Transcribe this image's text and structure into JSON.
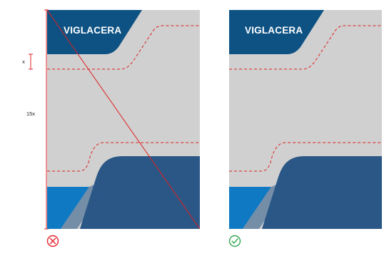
{
  "colors": {
    "background": "#d0d0d0",
    "brand_dark_blue": "#0d5283",
    "footer_blue": "#2a5786",
    "accent_light_blue": "#0f79c4",
    "guide_red": "#e02020",
    "incorrect_red": "#e6202b",
    "correct_green": "#2fa84f"
  },
  "dimension_labels": {
    "small": "x",
    "large": "15x"
  },
  "panels": [
    {
      "brand": "VIGLACERA",
      "status": "incorrect",
      "status_icon": "x-circle-icon",
      "crossed_out": true
    },
    {
      "brand": "VIGLACERA",
      "status": "correct",
      "status_icon": "check-circle-icon",
      "crossed_out": false
    }
  ]
}
